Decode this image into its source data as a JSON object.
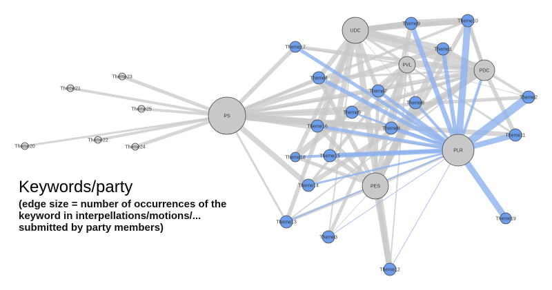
{
  "caption": {
    "title": "Keywords/party",
    "note": "(edge size = number of occurrences of the\nkeyword in interpellations/motions/...\nsubmitted by party members)"
  },
  "colors": {
    "party_node": "#c8c8c8",
    "theme_node": "#6d9eeb",
    "edge": "#c8c8c8",
    "highlight_edge": "#8fb2ee"
  },
  "nodes": [
    {
      "id": "PS",
      "label": "PS",
      "type": "party"
    },
    {
      "id": "UDC",
      "label": "UDC",
      "type": "party"
    },
    {
      "id": "PVL",
      "label": "PVL",
      "type": "party"
    },
    {
      "id": "PDC",
      "label": "PDC",
      "type": "party"
    },
    {
      "id": "PES",
      "label": "PES",
      "type": "party"
    },
    {
      "id": "PLR",
      "label": "PLR",
      "type": "party"
    },
    {
      "id": "T1",
      "label": "Theme1",
      "type": "theme"
    },
    {
      "id": "T2",
      "label": "Theme2",
      "type": "theme"
    },
    {
      "id": "T3",
      "label": "Theme3",
      "type": "theme"
    },
    {
      "id": "T4",
      "label": "Theme4",
      "type": "theme"
    },
    {
      "id": "T5",
      "label": "Theme5",
      "type": "theme"
    },
    {
      "id": "T6",
      "label": "Theme6",
      "type": "theme"
    },
    {
      "id": "T7",
      "label": "Theme7",
      "type": "theme"
    },
    {
      "id": "T8",
      "label": "Theme8",
      "type": "theme"
    },
    {
      "id": "T9",
      "label": "Theme9",
      "type": "theme"
    },
    {
      "id": "T10",
      "label": "Theme10",
      "type": "theme"
    },
    {
      "id": "T11",
      "label": "Theme11",
      "type": "theme"
    },
    {
      "id": "T12",
      "label": "Theme12",
      "type": "theme"
    },
    {
      "id": "T13",
      "label": "Theme13",
      "type": "theme"
    },
    {
      "id": "T14",
      "label": "Theme14",
      "type": "theme"
    },
    {
      "id": "T15",
      "label": "Theme15",
      "type": "theme"
    },
    {
      "id": "T16",
      "label": "Theme16",
      "type": "theme"
    },
    {
      "id": "T17",
      "label": "Theme17",
      "type": "theme"
    },
    {
      "id": "T18",
      "label": "Theme18",
      "type": "theme"
    },
    {
      "id": "T19",
      "label": "Theme19",
      "type": "theme"
    },
    {
      "id": "T20",
      "label": "Theme20",
      "type": "isolated"
    },
    {
      "id": "T21",
      "label": "Theme21",
      "type": "isolated"
    },
    {
      "id": "T22",
      "label": "Theme22",
      "type": "isolated"
    },
    {
      "id": "T23",
      "label": "Theme23",
      "type": "isolated"
    },
    {
      "id": "T24",
      "label": "Theme24",
      "type": "isolated"
    },
    {
      "id": "T25",
      "label": "Theme25",
      "type": "isolated"
    }
  ]
}
